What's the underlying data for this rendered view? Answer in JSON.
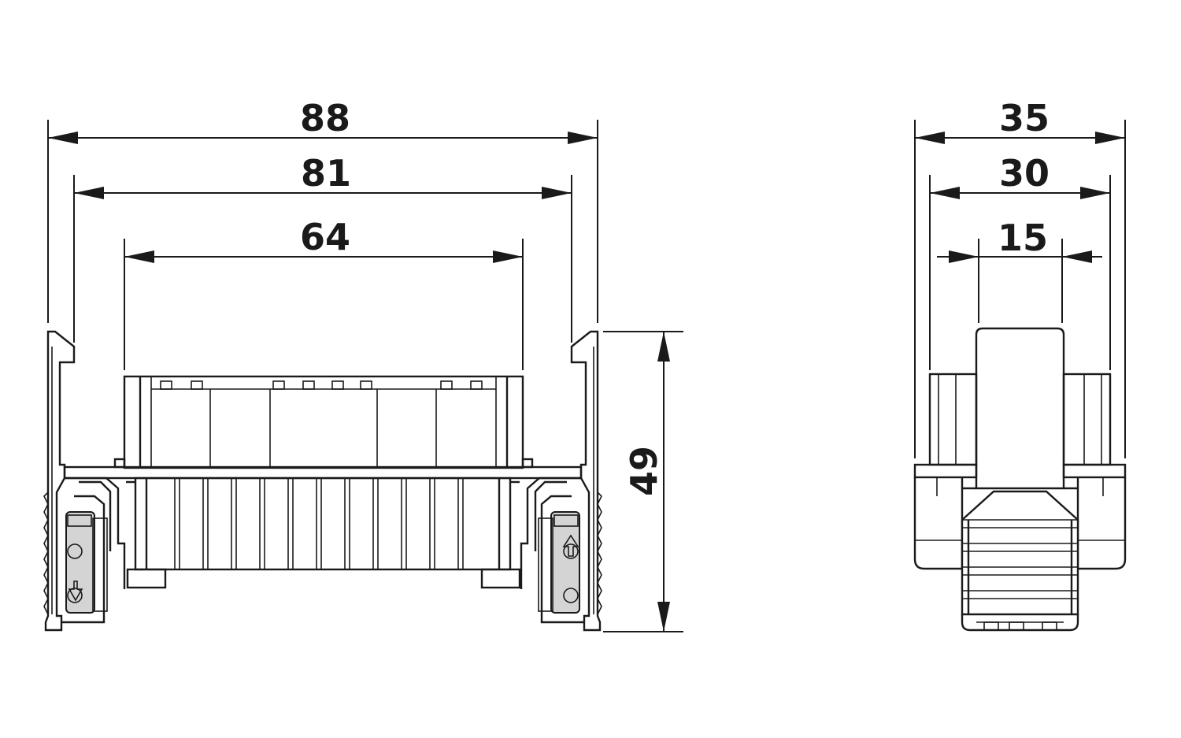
{
  "dimensions": {
    "front_view": {
      "overall_width": "88",
      "mounting_width": "81",
      "inner_width": "64",
      "height": "49"
    },
    "side_view": {
      "overall_depth": "35",
      "mounting_depth": "30",
      "latch_width": "15"
    }
  },
  "colors": {
    "line": "#1a1a1a",
    "latch_fill": "#d4d4d4",
    "background": "#ffffff"
  }
}
